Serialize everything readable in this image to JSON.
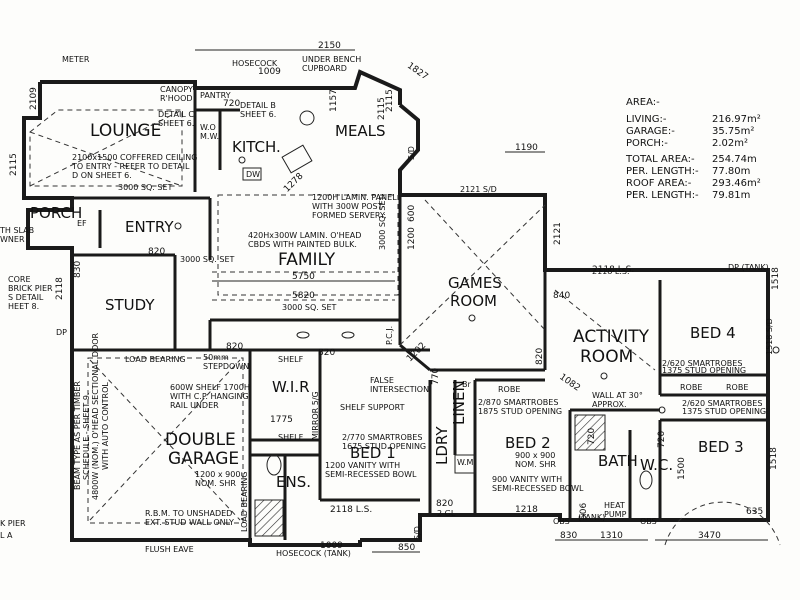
{
  "rooms": {
    "lounge": "LOUNGE",
    "porch": "PORCH",
    "entry": "ENTRY",
    "kitch": "KITCH.",
    "meals": "MEALS",
    "family": "FAMILY",
    "study": "STUDY",
    "games_1": "GAMES",
    "games_2": "ROOM",
    "activity_1": "ACTIVITY",
    "activity_2": "ROOM",
    "bed4": "BED 4",
    "bed1": "BED 1",
    "bed2": "BED 2",
    "bed3": "BED 3",
    "garage_1": "DOUBLE",
    "garage_2": "GARAGE",
    "wir": "W.I.R",
    "ens": "ENS.",
    "bath": "BATH",
    "wc": "W.C.",
    "ldry": "LDRY",
    "linen": "LINEN"
  },
  "area_schedule": {
    "title": "AREA:-",
    "rows": [
      {
        "label": "LIVING:-",
        "value": "216.97m²"
      },
      {
        "label": "GARAGE:-",
        "value": "35.75m²"
      },
      {
        "label": "PORCH:-",
        "value": "2.02m²"
      },
      {
        "label": "TOTAL AREA:-",
        "value": "254.74m"
      },
      {
        "label": "PER. LENGTH:-",
        "value": "77.80m"
      },
      {
        "label": "ROOF AREA:-",
        "value": "293.46m²"
      },
      {
        "label": "PER. LENGTH:-",
        "value": "79.81m"
      }
    ]
  },
  "notes": {
    "meter": "METER",
    "hosecock_top": "HOSECOCK",
    "under_bench_1": "UNDER BENCH",
    "under_bench_2": "CUPBOARD",
    "canopy_1": "CANOPY",
    "canopy_2": "R'HOOD",
    "pantry": "PANTRY",
    "detail_c_1": "DETAIL C",
    "detail_c_2": "SHEET 6.",
    "detail_b_1": "DETAIL B",
    "detail_b_2": "SHEET 6.",
    "wo_1": "W.O",
    "wo_2": "M.W.",
    "ceiling_1": "2100x1500 COFFERED CEILING",
    "ceiling_2": "TO ENTRY - REFER TO DETAIL",
    "ceiling_3": "D ON SHEET 6.",
    "set_3000_a": "3000 SQ. SET",
    "lamin_1": "1200H LAMIN. PANEL",
    "lamin_2": "WITH 300W POST-",
    "lamin_3": "FORMED SERVERY",
    "cbds_1": "420Hx300W LAMIN. O'HEAD",
    "cbds_2": "CBDS WITH PAINTED BULK.",
    "dw": "DW",
    "sq_set_3000_b": "3000 SQ. SET",
    "sq_set_3000_c": "3000 SQ. SET",
    "sq_set_3000_d": "3000 SQ. SET",
    "slab_1": "TH SLAB",
    "slab_2": "WNER",
    "core_1": "CORE",
    "core_2": "BRICK PIER",
    "core_3": "S DETAIL",
    "core_4": "HEET 8.",
    "load_bearing": "LOAD BEARING",
    "stepdown_1": "50mm",
    "stepdown_2": "STEPDOWN",
    "shelf_1": "600W SHELF 1700H",
    "shelf_2": "WITH C.P. HANGING",
    "shelf_3": "RAIL UNDER",
    "shelf": "SHELF",
    "shelf_b": "SHELF",
    "shelf_support": "SHELF SUPPORT",
    "false_int_1": "FALSE",
    "false_int_2": "INTERSECTION",
    "smartrobes_1a": "2/770 SMARTROBES",
    "smartrobes_1b": "1675 STUD OPENING",
    "smartrobes_2a": "2/870 SMARTROBES",
    "smartrobes_2b": "1875 STUD OPENING",
    "smartrobes_4a": "2/620 SMARTROBES",
    "smartrobes_4b": "1375 STUD OPENING",
    "smartrobes_3a": "2/620 SMARTROBES",
    "smartrobes_3b": "1375 STUD OPENING",
    "robe": "ROBE",
    "robe_2": "ROBE",
    "robe_3": "ROBE",
    "wall30_1": "WALL AT 30°",
    "wall30_2": "APPROX.",
    "shr_1": "900 x 900",
    "shr_2": "NOM. SHR",
    "vanity_1": "1200 VANITY WITH",
    "vanity_2": "SEMI-RECESSED BOWL",
    "vanity_b_1": "900 VANITY WITH",
    "vanity_b_2": "SEMI-RECESSED BOWL",
    "ens_shr_1": "1200 x 900",
    "ens_shr_2": "NOM. SHR",
    "garage_door_1": "4800W (NOM.) O'HEAD SECTIONAL DOOR",
    "garage_door_2": "WITH AUTO CONTROL",
    "beam_1": "BEAM TYPE AS PER TIMBER",
    "beam_2": "SCHEDULE - SHEET 9.",
    "rbm_1": "R.B.M. TO UNSHADED",
    "rbm_2": "EXT. STUD WALL ONLY",
    "flush_eave": "FLUSH EAVE",
    "hosecock_tank": "HOSECOCK (TANK)",
    "mirror": "MIRROR 5/G",
    "heat_pump_1": "HEAT",
    "heat_pump_2": "PUMP",
    "tank": "(TANK)",
    "dp_tank": "DP (TANK)",
    "pier": "K PIER",
    "pier_2": "L A",
    "br": "Br",
    "wm": "W.M",
    "obs": "OBS",
    "obs_2": "OBS",
    "pcj": "P.C.J.",
    "ls_2118": "2118 L.S.",
    "sd_2121": "2121 S/D",
    "sd_1518": "1518 S/D",
    "sd_1": "S/D",
    "sd_2": "S/D",
    "dp": "DP",
    "ef": "EF",
    "gl": "2 GL"
  },
  "dimensions": {
    "d2150": "2150",
    "d1827": "1827",
    "d1009": "1009",
    "d1157": "1157",
    "d2115": "2115",
    "d720": "720",
    "d1278": "1278",
    "d2109": "2109",
    "d2115_left": "2115",
    "d1190": "1190",
    "d2121": "2121",
    "d1200": "1200",
    "d600": "600",
    "d5750": "5750",
    "d5820": "5820",
    "d830": "830",
    "d820_a": "820",
    "d820_b": "820",
    "d820_c": "820",
    "d820_d": "820",
    "d2118": "2118",
    "d2118_ls": "2118 L.S.",
    "d840": "840",
    "d1518": "1518",
    "d1202": "1202",
    "d770": "770",
    "d1082": "1082",
    "d1775": "1775",
    "d1500": "1500",
    "d1518_b": "1518",
    "d635": "635",
    "d3470": "3470",
    "d830_b": "830",
    "d1310": "1310",
    "d850": "850",
    "d1009_b": "1009",
    "d506": "506",
    "d1218": "1218",
    "d820_e": "820",
    "d2118_ls_b": "2118 L.S.",
    "d720_b": "720",
    "d720_c": "720",
    "d2115_b": "2115"
  }
}
